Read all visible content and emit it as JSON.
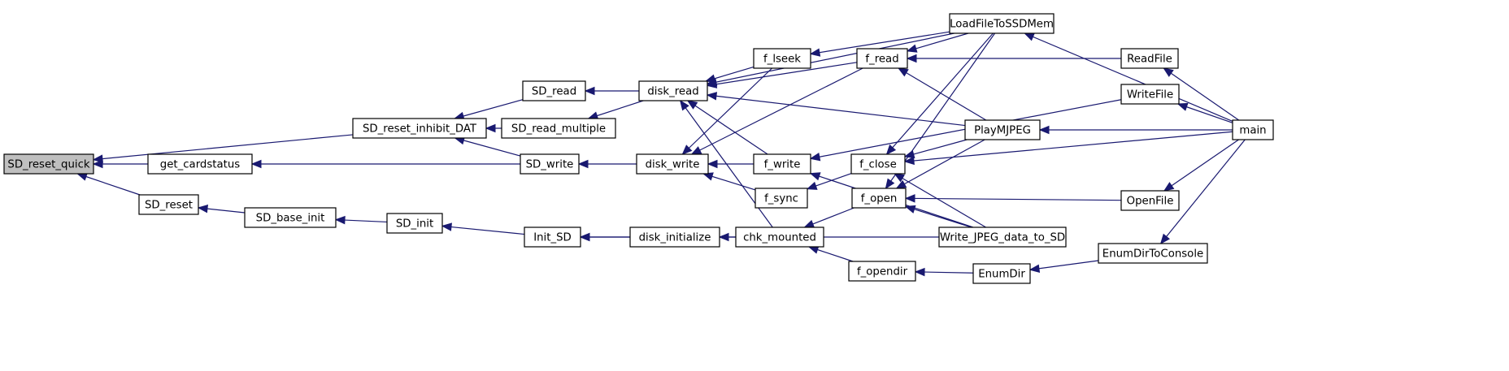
{
  "diagram": {
    "type": "caller-graph",
    "root": "SD_reset_quick",
    "colors": {
      "edge": "#191970",
      "node_border": "#000000",
      "root_fill": "#bfbfbf",
      "node_fill": "#ffffff"
    },
    "nodes": [
      {
        "id": "SD_reset_quick",
        "label": "SD_reset_quick"
      },
      {
        "id": "get_cardstatus",
        "label": "get_cardstatus"
      },
      {
        "id": "SD_reset",
        "label": "SD_reset"
      },
      {
        "id": "SD_reset_inhibit_DAT",
        "label": "SD_reset_inhibit_DAT"
      },
      {
        "id": "SD_base_init",
        "label": "SD_base_init"
      },
      {
        "id": "SD_init",
        "label": "SD_init"
      },
      {
        "id": "SD_read",
        "label": "SD_read"
      },
      {
        "id": "SD_read_multiple",
        "label": "SD_read_multiple"
      },
      {
        "id": "SD_write",
        "label": "SD_write"
      },
      {
        "id": "Init_SD",
        "label": "Init_SD"
      },
      {
        "id": "disk_read",
        "label": "disk_read"
      },
      {
        "id": "disk_write",
        "label": "disk_write"
      },
      {
        "id": "disk_initialize",
        "label": "disk_initialize"
      },
      {
        "id": "f_lseek",
        "label": "f_lseek"
      },
      {
        "id": "f_write",
        "label": "f_write"
      },
      {
        "id": "f_sync",
        "label": "f_sync"
      },
      {
        "id": "chk_mounted",
        "label": "chk_mounted"
      },
      {
        "id": "f_read",
        "label": "f_read"
      },
      {
        "id": "f_close",
        "label": "f_close"
      },
      {
        "id": "f_open",
        "label": "f_open"
      },
      {
        "id": "f_opendir",
        "label": "f_opendir"
      },
      {
        "id": "LoadFileToSSDMem",
        "label": "LoadFileToSSDMem"
      },
      {
        "id": "PlayMJPEG",
        "label": "PlayMJPEG"
      },
      {
        "id": "Write_JPEG_data_to_SD",
        "label": "Write_JPEG_data_to_SD"
      },
      {
        "id": "EnumDir",
        "label": "EnumDir"
      },
      {
        "id": "ReadFile",
        "label": "ReadFile"
      },
      {
        "id": "WriteFile",
        "label": "WriteFile"
      },
      {
        "id": "OpenFile",
        "label": "OpenFile"
      },
      {
        "id": "EnumDirToConsole",
        "label": "EnumDirToConsole"
      },
      {
        "id": "main",
        "label": "main"
      }
    ],
    "edges": [
      {
        "from": "get_cardstatus",
        "to": "SD_reset_quick"
      },
      {
        "from": "SD_reset_inhibit_DAT",
        "to": "SD_reset_quick"
      },
      {
        "from": "SD_reset",
        "to": "SD_reset_quick"
      },
      {
        "from": "SD_base_init",
        "to": "SD_reset"
      },
      {
        "from": "SD_init",
        "to": "SD_base_init"
      },
      {
        "from": "Init_SD",
        "to": "SD_init"
      },
      {
        "from": "SD_read",
        "to": "SD_reset_inhibit_DAT"
      },
      {
        "from": "SD_read_multiple",
        "to": "SD_reset_inhibit_DAT"
      },
      {
        "from": "SD_write",
        "to": "SD_reset_inhibit_DAT"
      },
      {
        "from": "SD_write",
        "to": "get_cardstatus"
      },
      {
        "from": "disk_read",
        "to": "SD_read"
      },
      {
        "from": "disk_read",
        "to": "SD_read_multiple"
      },
      {
        "from": "disk_write",
        "to": "SD_write"
      },
      {
        "from": "disk_initialize",
        "to": "Init_SD"
      },
      {
        "from": "Write_JPEG_data_to_SD",
        "to": "Init_SD"
      },
      {
        "from": "chk_mounted",
        "to": "disk_initialize"
      },
      {
        "from": "chk_mounted",
        "to": "disk_read"
      },
      {
        "from": "f_lseek",
        "to": "disk_read"
      },
      {
        "from": "f_read",
        "to": "disk_read"
      },
      {
        "from": "f_write",
        "to": "disk_read"
      },
      {
        "from": "LoadFileToSSDMem",
        "to": "disk_read"
      },
      {
        "from": "PlayMJPEG",
        "to": "disk_read"
      },
      {
        "from": "f_lseek",
        "to": "disk_write"
      },
      {
        "from": "f_read",
        "to": "disk_write"
      },
      {
        "from": "f_write",
        "to": "disk_write"
      },
      {
        "from": "f_sync",
        "to": "disk_write"
      },
      {
        "from": "LoadFileToSSDMem",
        "to": "f_lseek"
      },
      {
        "from": "WriteFile",
        "to": "f_write"
      },
      {
        "from": "Write_JPEG_data_to_SD",
        "to": "f_write"
      },
      {
        "from": "f_close",
        "to": "f_sync"
      },
      {
        "from": "f_open",
        "to": "chk_mounted"
      },
      {
        "from": "f_opendir",
        "to": "chk_mounted"
      },
      {
        "from": "LoadFileToSSDMem",
        "to": "f_read"
      },
      {
        "from": "ReadFile",
        "to": "f_read"
      },
      {
        "from": "PlayMJPEG",
        "to": "f_read"
      },
      {
        "from": "LoadFileToSSDMem",
        "to": "f_close"
      },
      {
        "from": "PlayMJPEG",
        "to": "f_close"
      },
      {
        "from": "main",
        "to": "f_close"
      },
      {
        "from": "Write_JPEG_data_to_SD",
        "to": "f_close"
      },
      {
        "from": "LoadFileToSSDMem",
        "to": "f_open"
      },
      {
        "from": "PlayMJPEG",
        "to": "f_open"
      },
      {
        "from": "OpenFile",
        "to": "f_open"
      },
      {
        "from": "Write_JPEG_data_to_SD",
        "to": "f_open"
      },
      {
        "from": "EnumDir",
        "to": "f_opendir"
      },
      {
        "from": "EnumDirToConsole",
        "to": "EnumDir"
      },
      {
        "from": "main",
        "to": "LoadFileToSSDMem"
      },
      {
        "from": "main",
        "to": "PlayMJPEG"
      },
      {
        "from": "main",
        "to": "ReadFile"
      },
      {
        "from": "main",
        "to": "WriteFile"
      },
      {
        "from": "main",
        "to": "OpenFile"
      },
      {
        "from": "main",
        "to": "EnumDirToConsole"
      }
    ]
  }
}
